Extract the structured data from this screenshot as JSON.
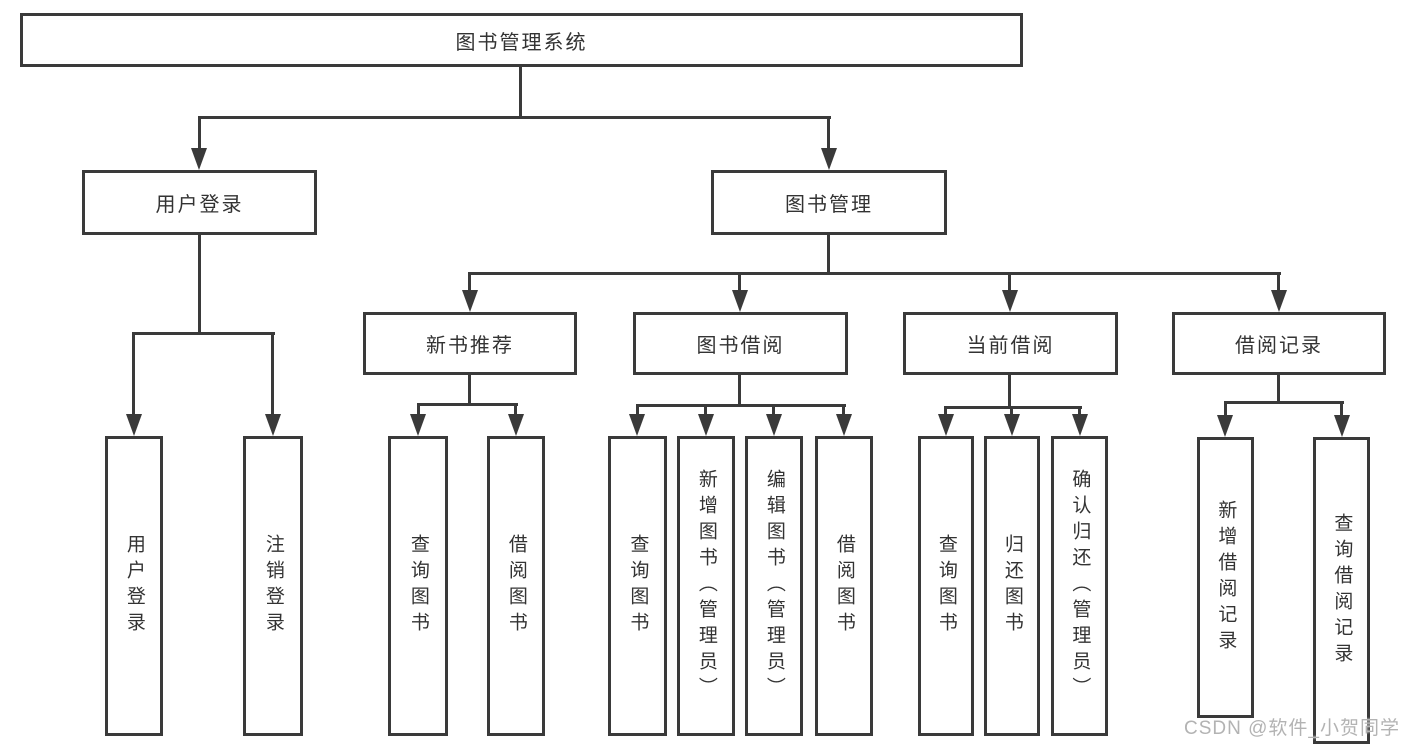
{
  "diagram": {
    "type": "tree-structure-chart",
    "line_color": "#3a3a3a",
    "text_color": "#333333",
    "background_color": "#ffffff",
    "nodes": {
      "root": {
        "label": "图书管理系统"
      },
      "user_login": {
        "label": "用户登录",
        "children": [
          {
            "label": "用户登录"
          },
          {
            "label": "注销登录"
          }
        ]
      },
      "book_mgmt": {
        "label": "图书管理",
        "modules": [
          {
            "label": "新书推荐",
            "children": [
              {
                "label": "查询图书"
              },
              {
                "label": "借阅图书"
              }
            ]
          },
          {
            "label": "图书借阅",
            "children": [
              {
                "label": "查询图书"
              },
              {
                "label": "新增图书（管理员）"
              },
              {
                "label": "编辑图书（管理员）"
              },
              {
                "label": "借阅图书"
              }
            ]
          },
          {
            "label": "当前借阅",
            "children": [
              {
                "label": "查询图书"
              },
              {
                "label": "归还图书"
              },
              {
                "label": "确认归还（管理员）"
              }
            ]
          },
          {
            "label": "借阅记录",
            "children": [
              {
                "label": "新增借阅记录"
              },
              {
                "label": "查询借阅记录"
              }
            ]
          }
        ]
      }
    },
    "watermark": {
      "text": "CSDN @软件_小贺同学",
      "color": "#b3b3b3"
    }
  }
}
